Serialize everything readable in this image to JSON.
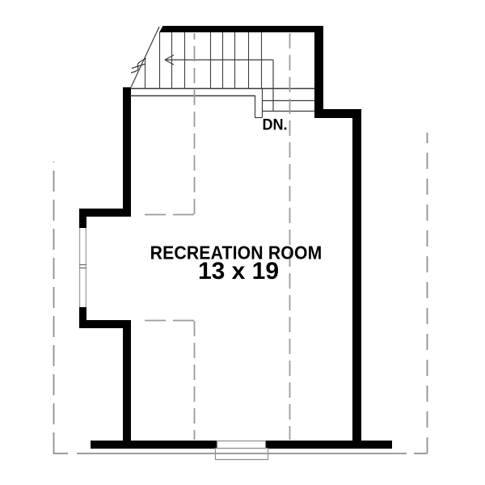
{
  "plan": {
    "labels": {
      "room_name": "RECREATION ROOM",
      "room_dimensions": "13 x 19",
      "stair_direction": "DN."
    },
    "colors": {
      "background": "#ffffff",
      "wall": "#000000",
      "stair_line": "#3d3d3d",
      "dashed_guide": "#9b9b9b",
      "roof_outline_dashed": "#8f8f8f",
      "window_line": "#9b9b9b",
      "window_divider": "#6a6a6a",
      "text": "#000000"
    }
  }
}
